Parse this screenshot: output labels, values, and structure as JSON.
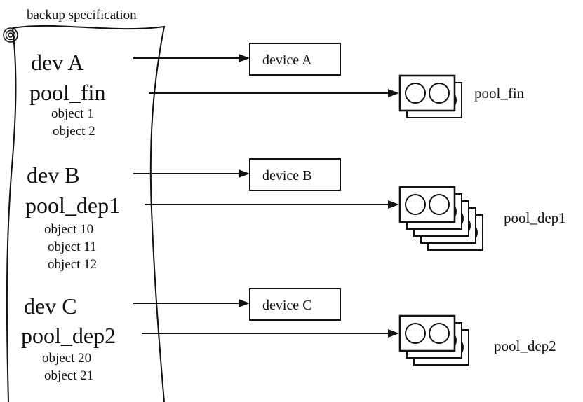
{
  "title": "backup specification",
  "spec_entries": {
    "dev_a": "dev A",
    "pool_fin": "pool_fin",
    "object_1": "object 1",
    "object_2": "object 2",
    "dev_b": "dev B",
    "pool_dep1": "pool_dep1",
    "object_10": "object 10",
    "object_11": "object 11",
    "object_12": "object 12",
    "dev_c": "dev C",
    "pool_dep2": "pool_dep2",
    "object_20": "object 20",
    "object_21": "object 21"
  },
  "devices": {
    "a": "device A",
    "b": "device B",
    "c": "device C"
  },
  "pools": {
    "fin": {
      "label": "pool_fin",
      "tape_count": 2
    },
    "dep1": {
      "label": "pool_dep1",
      "tape_count": 5
    },
    "dep2": {
      "label": "pool_dep2",
      "tape_count": 3
    }
  },
  "icons": {
    "scroll": "scroll-icon",
    "tape": "tape-cartridge-icon"
  }
}
